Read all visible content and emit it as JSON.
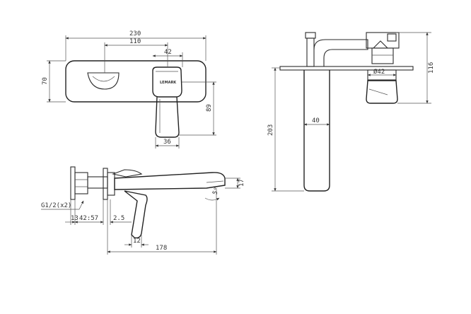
{
  "drawing": {
    "front_view": {
      "overall_width": "230",
      "spout_center": "110",
      "handle_offset": "42",
      "plate_height": "70",
      "handle_height": "89",
      "handle_width": "36",
      "logo_text": "LEMARK"
    },
    "side_view": {
      "thread": "G1/2(x2)",
      "dim_13": "13",
      "dim_range": "42:57",
      "dim_2_5": "2.5",
      "dim_12": "12",
      "dim_178": "178",
      "dim_17": "17",
      "angle": "5°"
    },
    "right_view": {
      "height_116": "116",
      "diameter": "Ø42",
      "height_203": "203",
      "depth_40": "40"
    }
  }
}
